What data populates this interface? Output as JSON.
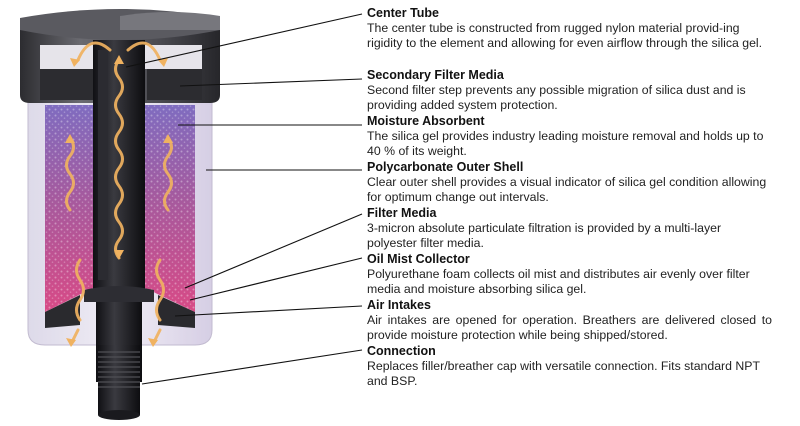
{
  "colors": {
    "leader_line": "#111111",
    "arrow": "#f0b260",
    "shell_dark": "#3a3a3e",
    "gel_top": "#8a6fb8",
    "gel_bottom": "#c8487e",
    "tube": "#1c1c20"
  },
  "labels": [
    {
      "title": "Center Tube",
      "desc": "The center tube is constructed from rugged nylon material provid-ing rigidity to the element and allowing for even airflow through the silica gel."
    },
    {
      "title": "Secondary Filter Media",
      "desc": "Second filter step prevents any possible migration of silica dust and is providing added system protection."
    },
    {
      "title": "Moisture Absorbent",
      "desc": "The silica gel provides industry leading moisture removal and holds up to 40 % of its weight."
    },
    {
      "title": "Polycarbonate Outer Shell",
      "desc": "Clear outer shell provides a visual indicator of silica gel condition allowing for optimum change out intervals."
    },
    {
      "title": "Filter Media",
      "desc": "3-micron absolute particulate filtration is provided by a multi-layer polyester filter media."
    },
    {
      "title": "Oil Mist Collector",
      "desc": "Polyurethane foam collects oil mist and distributes air evenly over filter media and moisture absorbing silica gel."
    },
    {
      "title": "Air Intakes",
      "desc": "Air intakes are opened for operation. Breathers are delivered closed to provide moisture protection while being shipped/stored."
    },
    {
      "title": "Connection",
      "desc": "Replaces filler/breather cap with versatile connection. Fits standard NPT and BSP."
    }
  ]
}
